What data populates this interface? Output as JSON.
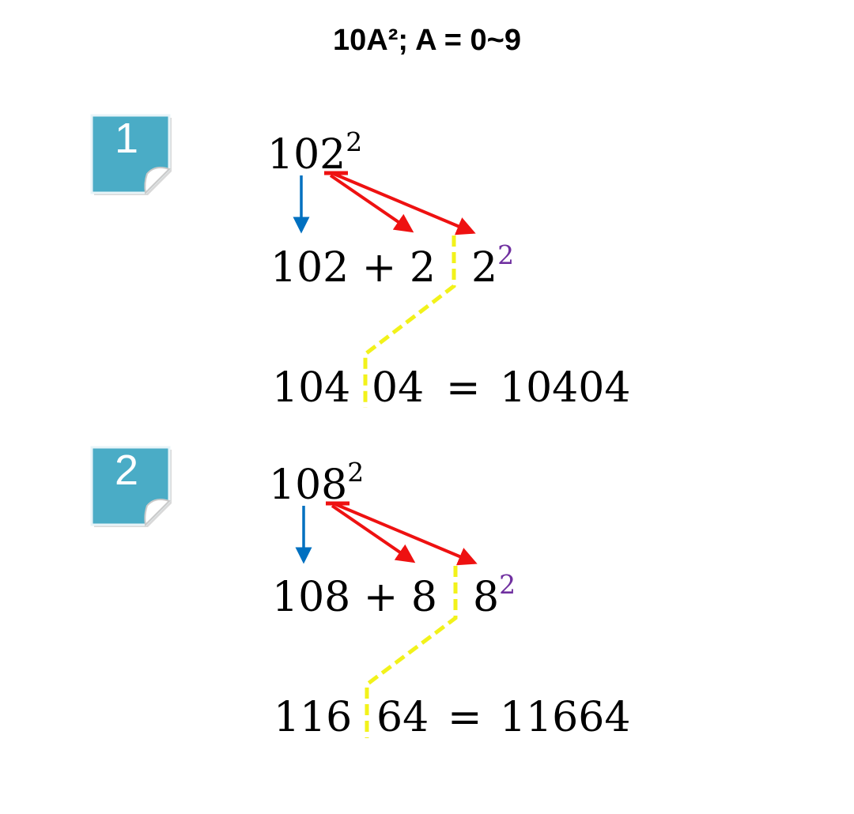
{
  "title": "10A²; A = 0~9",
  "colors": {
    "badge": "#4aacc6",
    "tens_arrow": "#0070c0",
    "units_arrow": "#ee1111",
    "split_line": "#f2f21a",
    "exponent": "#7030a0"
  },
  "examples": [
    {
      "badge": "1",
      "square_base": "102",
      "square_exp": "2",
      "step_left": "102 + 2",
      "step_right_base": "2",
      "step_right_exp": "2",
      "result_left": "104",
      "result_right": "04",
      "equals": "=",
      "answer": "10404"
    },
    {
      "badge": "2",
      "square_base": "108",
      "square_exp": "2",
      "step_left": "108 + 8",
      "step_right_base": "8",
      "step_right_exp": "2",
      "result_left": "116",
      "result_right": "64",
      "equals": "=",
      "answer": "11664"
    }
  ]
}
